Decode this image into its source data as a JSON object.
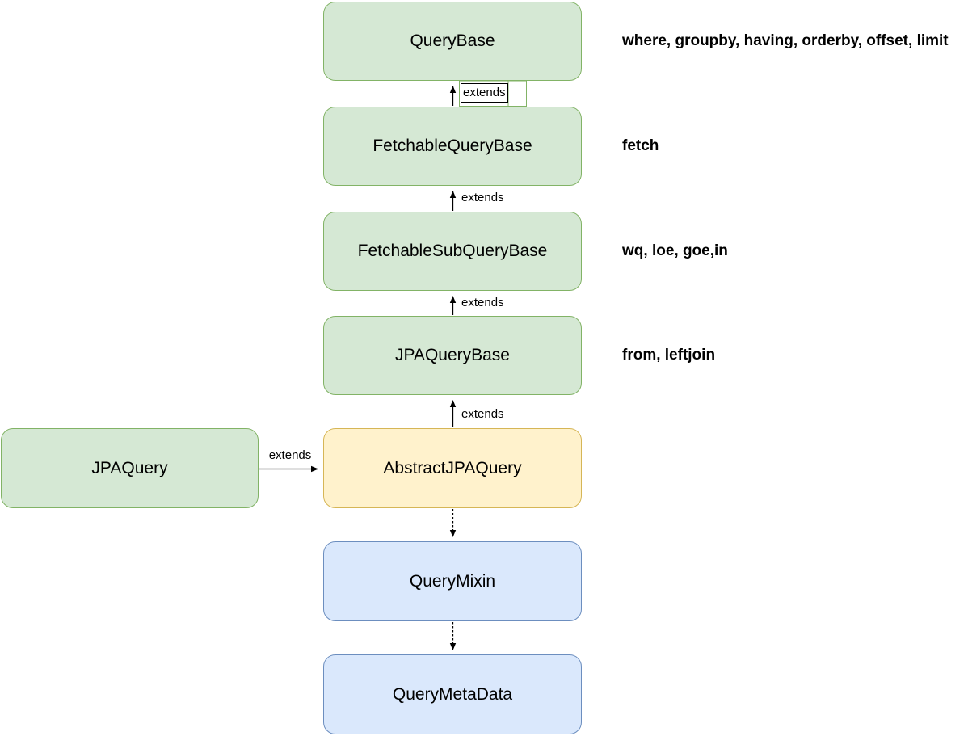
{
  "colors": {
    "background": "#ffffff",
    "arrow": "#000000",
    "green-fill": "#d5e8d4",
    "green-border": "#82b366",
    "yellow-fill": "#fff2cc",
    "yellow-border": "#d6b656",
    "blue-fill": "#dae8fc",
    "blue-border": "#6c8ebf"
  },
  "diagram": {
    "type": "class-hierarchy",
    "nodes": [
      {
        "label": "QueryBase",
        "color": "green"
      },
      {
        "label": "FetchableQueryBase",
        "color": "green"
      },
      {
        "label": "FetchableSubQueryBase",
        "color": "green"
      },
      {
        "label": "JPAQueryBase",
        "color": "green"
      },
      {
        "label": "JPAQuery",
        "color": "green"
      },
      {
        "label": "AbstractJPAQuery",
        "color": "yellow"
      },
      {
        "label": "QueryMixin",
        "color": "blue"
      },
      {
        "label": "QueryMetaData",
        "color": "blue"
      }
    ],
    "edges": [
      {
        "from": "FetchableQueryBase",
        "to": "QueryBase",
        "label": "extends",
        "style": "solid-up-boxed-label"
      },
      {
        "from": "FetchableSubQueryBase",
        "to": "FetchableQueryBase",
        "label": "extends",
        "style": "solid-up"
      },
      {
        "from": "JPAQueryBase",
        "to": "FetchableSubQueryBase",
        "label": "extends",
        "style": "solid-up"
      },
      {
        "from": "AbstractJPAQuery",
        "to": "JPAQueryBase",
        "label": "extends",
        "style": "solid-up"
      },
      {
        "from": "JPAQuery",
        "to": "AbstractJPAQuery",
        "label": "extends",
        "style": "solid-right"
      },
      {
        "from": "AbstractJPAQuery",
        "to": "QueryMixin",
        "style": "dashed-down"
      },
      {
        "from": "QueryMixin",
        "to": "QueryMetaData",
        "style": "dashed-down"
      }
    ],
    "annotations": [
      {
        "for": "QueryBase",
        "text": "where, groupby, having, orderby, offset, limit"
      },
      {
        "for": "FetchableQueryBase",
        "text": "fetch"
      },
      {
        "for": "FetchableSubQueryBase",
        "text": "wq, loe, goe,in"
      },
      {
        "for": "JPAQueryBase",
        "text": "from, leftjoin"
      }
    ]
  }
}
